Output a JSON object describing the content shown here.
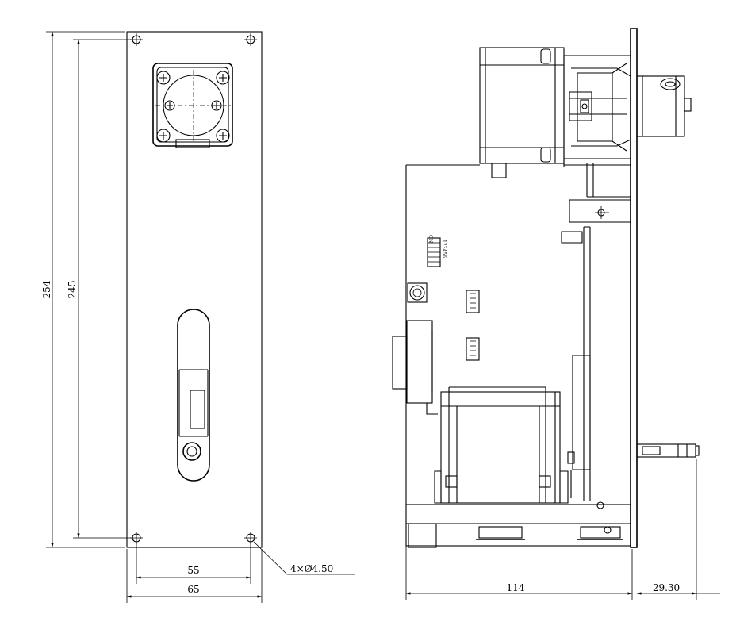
{
  "dimensions": {
    "height_outer": "254",
    "height_holes": "245",
    "width_holes": "55",
    "width_outer": "65",
    "hole_callout": "4×Ø4.50",
    "depth": "114",
    "shaft": "29.30"
  },
  "dip_switch": {
    "top_label": "ON",
    "numbers": "123456"
  }
}
